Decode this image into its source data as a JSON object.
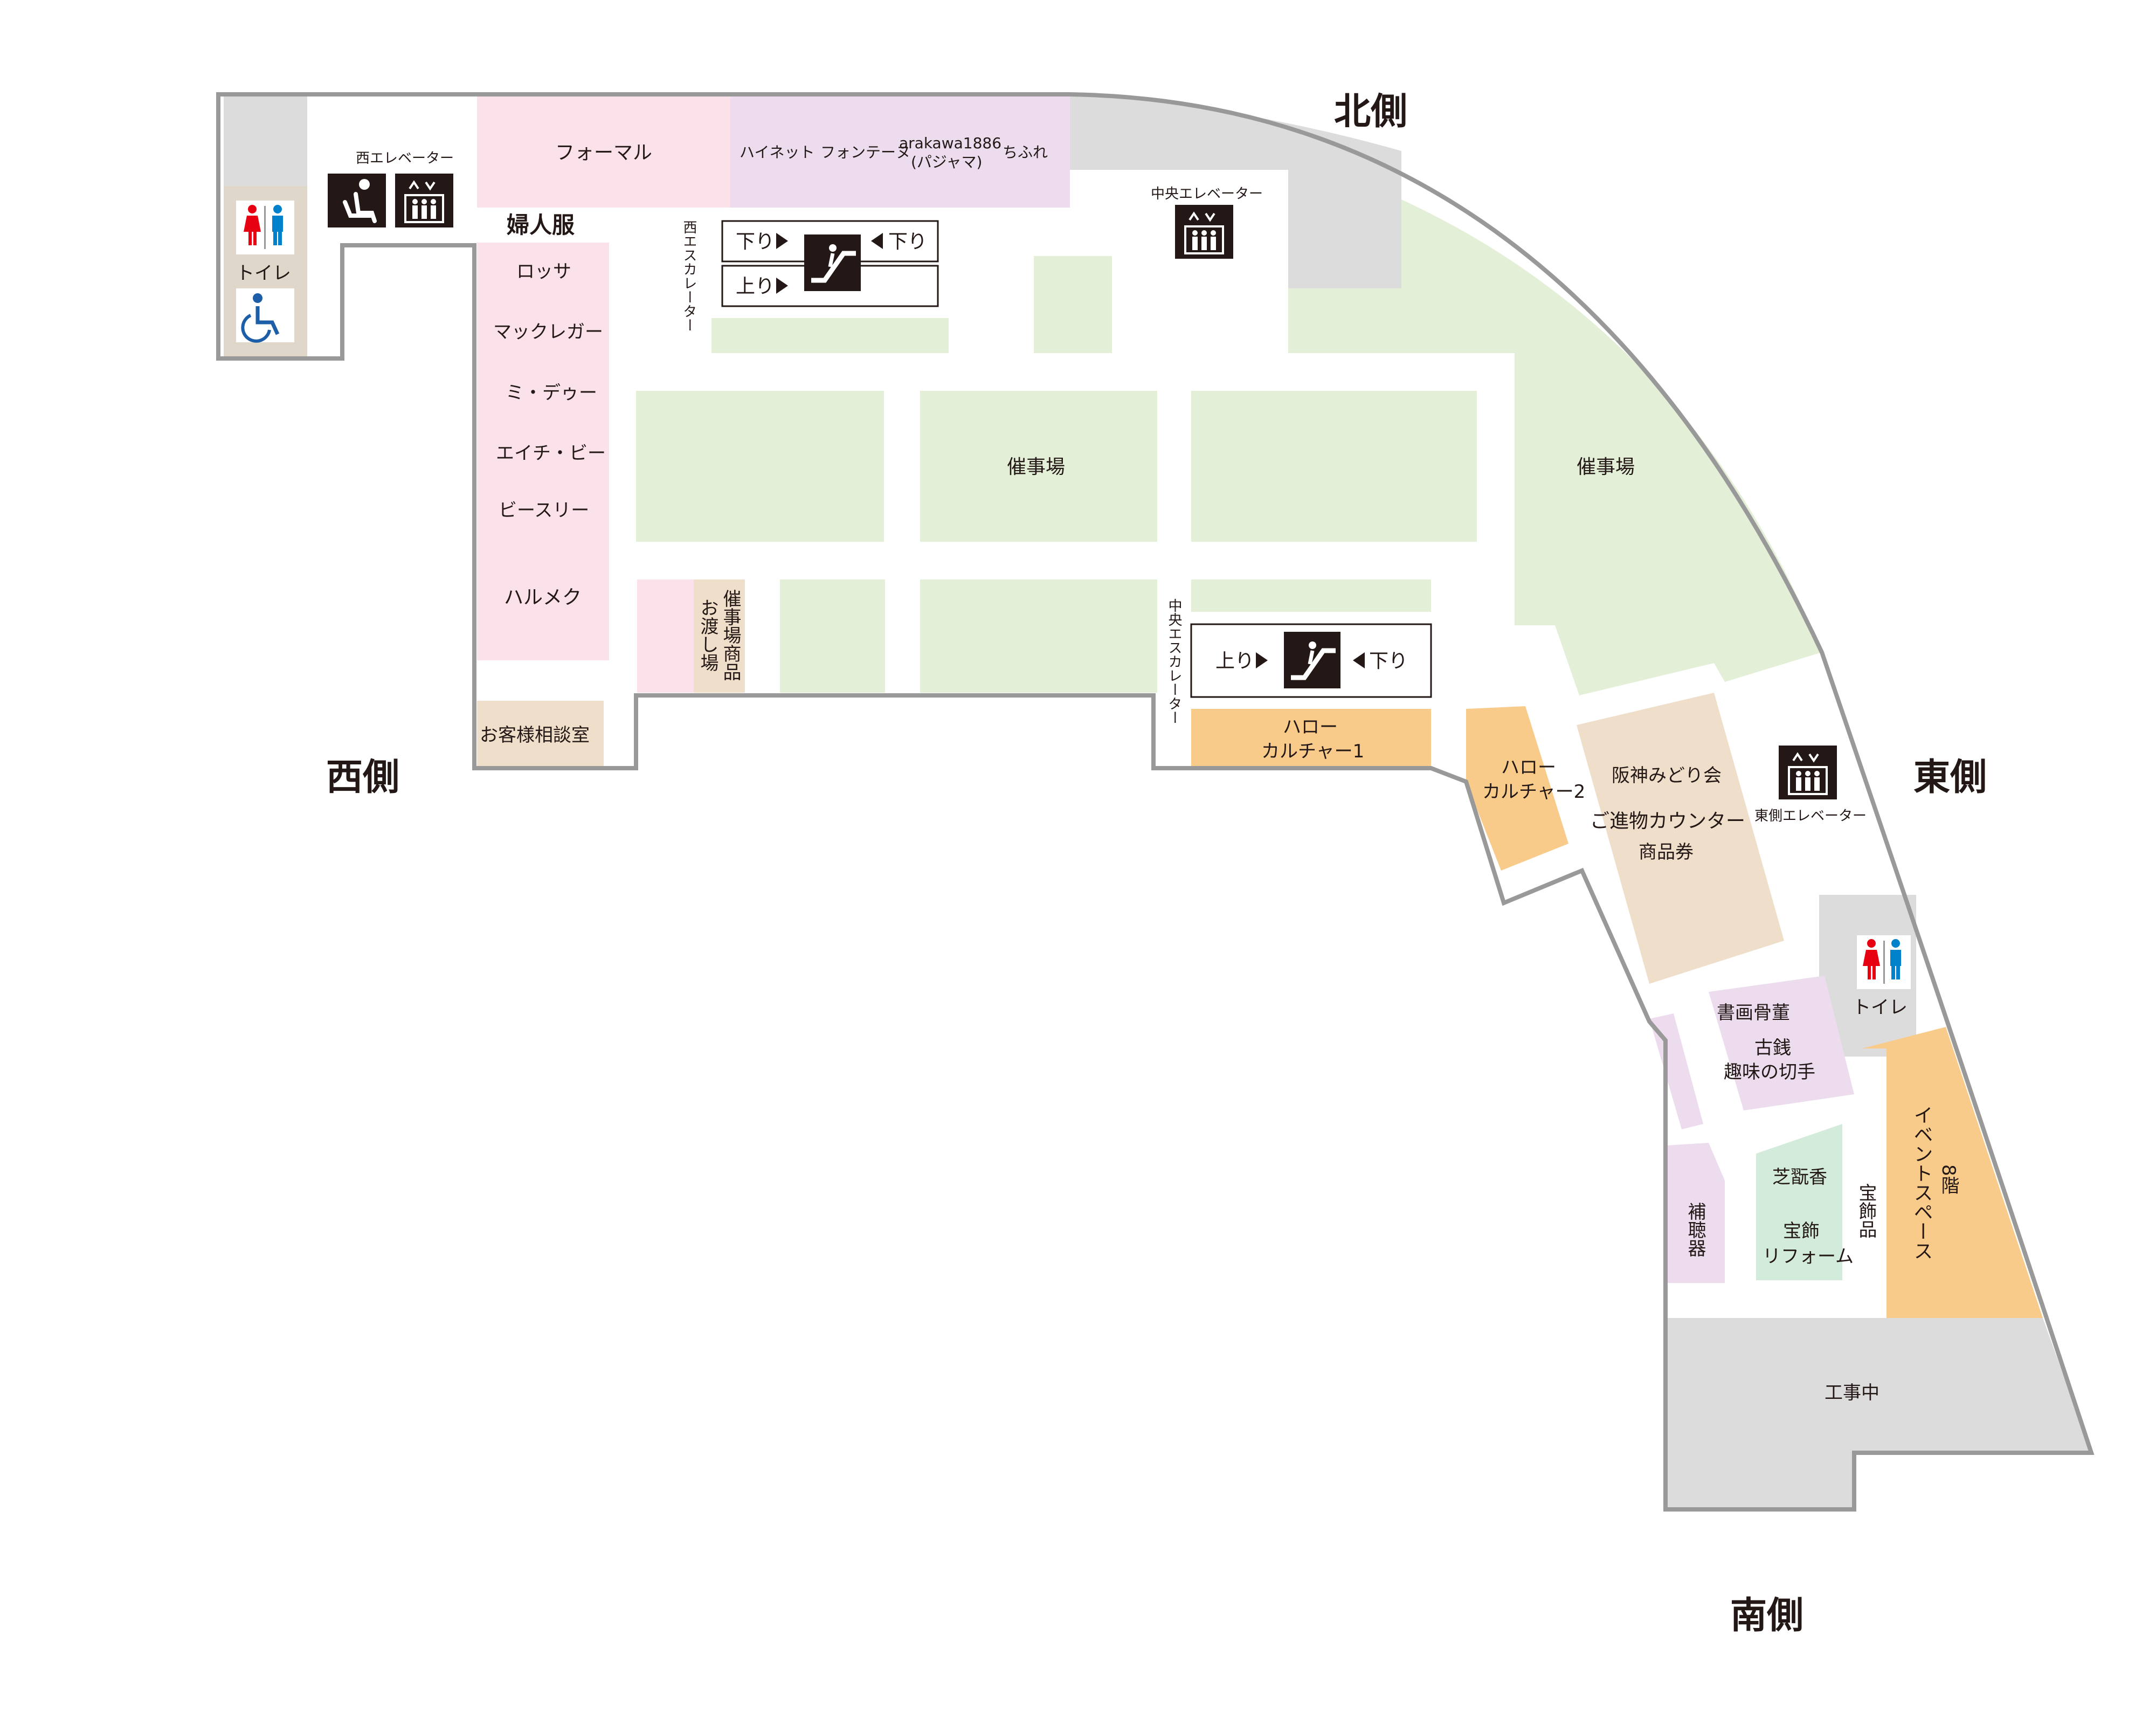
{
  "colors": {
    "wall": "#999999",
    "event_green": "#e3efd7",
    "womens_pink": "#fbe2ea",
    "purple": "#ecdcee",
    "beige": "#efdfca",
    "orange": "#f9cb8a",
    "mint": "#d3ebdb",
    "gray_area": "#dcdcdc",
    "icon_black": "#231815",
    "toilet_red": "#e60012",
    "toilet_blue": "#0081cc",
    "accessible_blue": "#1d5ea8"
  },
  "directions": {
    "north": "北側",
    "west": "西側",
    "east": "東側",
    "south": "南側"
  },
  "elevators": {
    "west": "西エレベーター",
    "central": "中央エレベーター",
    "east": "東側エレベーター"
  },
  "escalators": {
    "west": "西エスカレーター",
    "central": "中央エスカレーター",
    "down": "下り",
    "up": "上り"
  },
  "toilets": {
    "west": "トイレ",
    "east": "トイレ"
  },
  "shops_north": [
    "フォーマル",
    "ハイネット",
    "フォンテーヌ",
    "arakawa1886",
    "(パジャマ)",
    "ちふれ"
  ],
  "womens": {
    "heading": "婦人服",
    "shops": [
      "ロッサ",
      "マックレガー",
      "ミ・デゥー",
      "エイチ・ビー",
      "ビースリー",
      "ハルメク"
    ]
  },
  "areas": {
    "event_center": "催事場",
    "event_east": "催事場",
    "pickup": [
      "催事場商品",
      "お渡し場"
    ],
    "consult": "お客様相談室",
    "hello1": [
      "ハロー",
      "カルチャー1"
    ],
    "hello2": [
      "ハロー",
      "カルチャー2"
    ],
    "midori": [
      "阪神みどり会",
      "ご進物カウンター",
      "商品券"
    ],
    "calligraphy": [
      "書画骨董",
      "古銭",
      "趣味の切手"
    ],
    "shibahara": [
      "芝翫香",
      "宝飾",
      "リフォーム"
    ],
    "hearing": "補聴器",
    "jewelry": "宝飾品",
    "event_space": [
      "8階",
      "イベントスペース"
    ],
    "construction": "工事中"
  }
}
